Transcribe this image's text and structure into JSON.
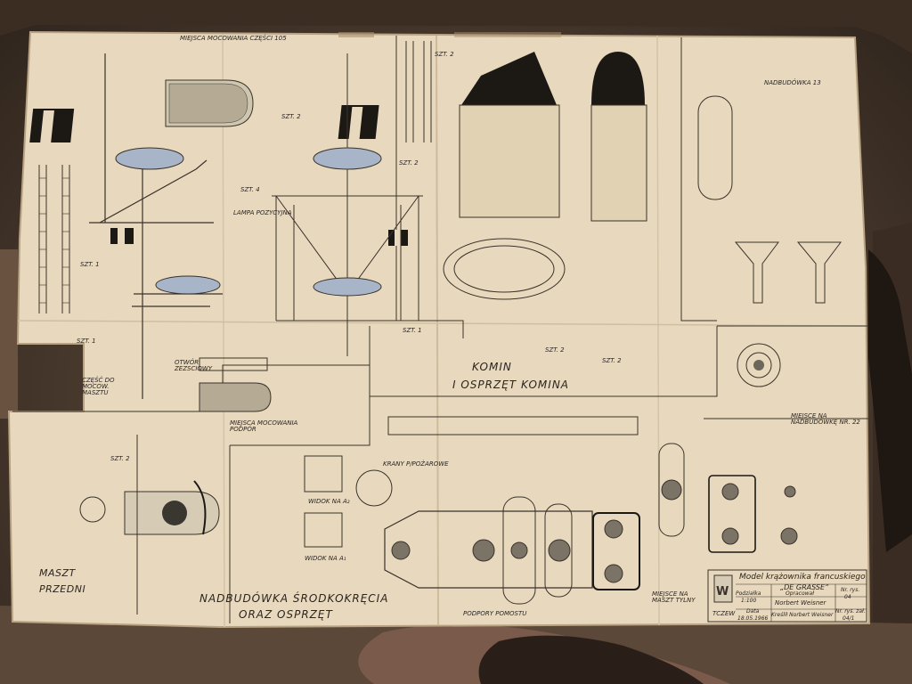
{
  "sheet": {
    "labels": {
      "mocowania": "MIEJSCA MOCOWANIA CZĘŚCI 105",
      "lampa": "LAMPA POZYCYJNA",
      "szt4": "SZT. 4",
      "szt2a": "SZT. 2",
      "szt2b": "SZT. 2",
      "szt1a": "SZT. 1",
      "szt1b": "SZT. 1",
      "szt1c": "SZT. 1",
      "szt2c": "SZT. 2",
      "szt2d": "SZT. 2",
      "szt2e": "SZT. 2",
      "szt2f": "SZT. 2",
      "czesc": "CZĘŚĆ DO MOCOW. MASZTU",
      "otwor": "OTWÓR ZEZSCIOWY",
      "miejsca_podpor": "MIEJSCA MOCOWANIA PODPÓR",
      "komin": "KOMIN",
      "osprzet_komina": "I OSPRZĘT KOMINA",
      "nadbudowka_13": "NADBUDÓWKA 13",
      "miejsce_nadbudowke": "MIEJSCE NA NADBUDÓWKĘ NR. 22",
      "krany": "KRANY P/POŻAROWE",
      "widok_a": "WIDOK NA A₂",
      "widok_b": "WIDOK NA A₁",
      "maszt_przedni_1": "MASZT",
      "maszt_przedni_2": "PRZEDNI",
      "nadbudowka_sr_1": "NADBUDÓWKA ŚRODKOKRĘCIA",
      "nadbudowka_sr_2": "ORAZ OSPRZĘT",
      "podpory": "PODPORY POMOSTU",
      "miejsce_maszt": "MIEJSCE NA MASZT TYLNY"
    },
    "title_block": {
      "model_line1": "Model krążownika francuskiego",
      "model_line2": "„DE GRASSE”",
      "podzialka_label": "Podziałka",
      "podzialka_value": "1:100",
      "opracowal_label": "Opracował",
      "opracowal_value": "Norbert Weisner",
      "data_label": "Data",
      "data_value": "18.05.1966",
      "kreslil": "Kreślił Norbert Weisner",
      "nr_rys_label": "Nr. rys.",
      "nr_rys_value": "04",
      "nr_rys_zal_label": "Nr. rys. zał.",
      "nr_rys_zal_value": "04/1",
      "tczew": "TCZEW"
    }
  }
}
